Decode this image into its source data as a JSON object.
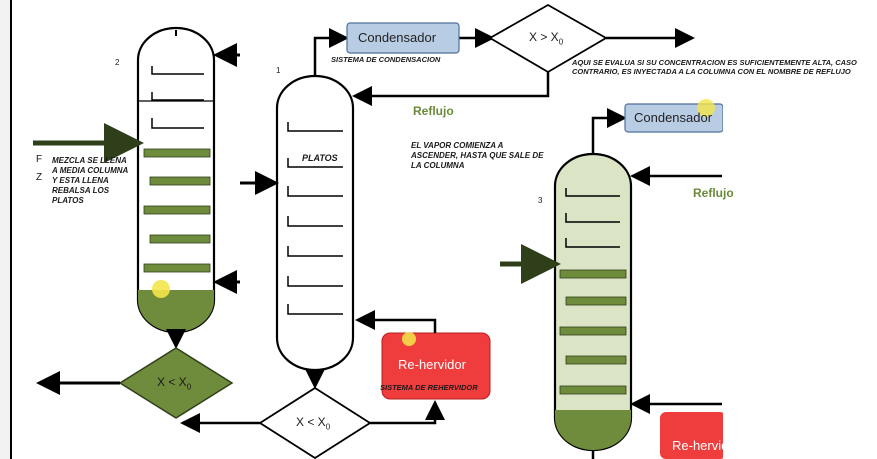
{
  "labels": {
    "column2_number": "2",
    "column1_number": "1",
    "column3_number": "3",
    "feed_f": "F",
    "feed_z": "Z",
    "note_mezcla": "MEZCLA SE LLENA A MEDIA COLUMNA Y ESTA LLENA REBALSA LOS PLATOS",
    "platos": "PLATOS",
    "note_vapor": "EL VAPOR COMIENZA A ASCENDER, HASTA QUE SALE DE LA COLUMNA",
    "sistema_condensacion": "SISTEMA DE CONDENSACION",
    "note_aqui": "AQUI SE EVALUA SI SU CONCENTRACION ES SUFICIENTEMENTE ALTA, CASO CONTRARIO, ES INYECTADA A LA COLUMNA CON EL NOMBRE DE REFLUJO",
    "reflujo1": "Reflujo",
    "reflujo2": "Reflujo",
    "condensador1": "Condensador",
    "condensador2": "Condensador",
    "decision1_main": "X > X",
    "decision2_main": "X < X",
    "decision3_main": "X < X",
    "decision_sub": "0",
    "rehervidor1": "Re-hervidor",
    "rehervidor2": "Re-hervidor",
    "sistema_rehervidor": "SISTEMA DE REHERVIDOR"
  },
  "colors": {
    "liquid_green": "#6f8c3c",
    "condenser_blue": "#b8cce4",
    "reboiler_red": "#ef3d3d",
    "column3_fill": "#dbe5c6",
    "highlight_yellow": "#f3e64a"
  }
}
